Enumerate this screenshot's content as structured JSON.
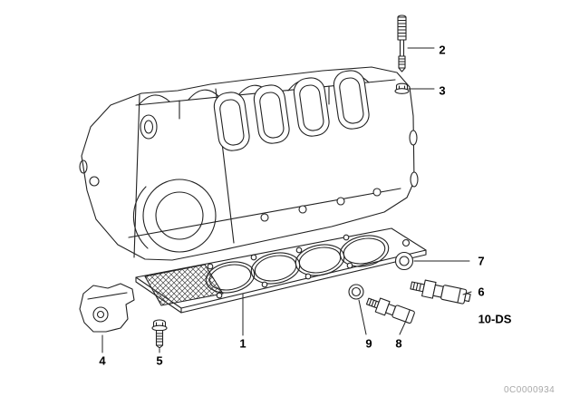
{
  "colors": {
    "background": "#ffffff",
    "line": "#222222",
    "watermark_text": "#a8a8a8"
  },
  "callouts": [
    {
      "label": "1"
    },
    {
      "label": "2"
    },
    {
      "label": "3"
    },
    {
      "label": "4"
    },
    {
      "label": "5"
    },
    {
      "label": "6"
    },
    {
      "label": "7"
    },
    {
      "label": "8"
    },
    {
      "label": "9"
    },
    {
      "label": "10-DS"
    }
  ],
  "watermark": "0C0000934"
}
